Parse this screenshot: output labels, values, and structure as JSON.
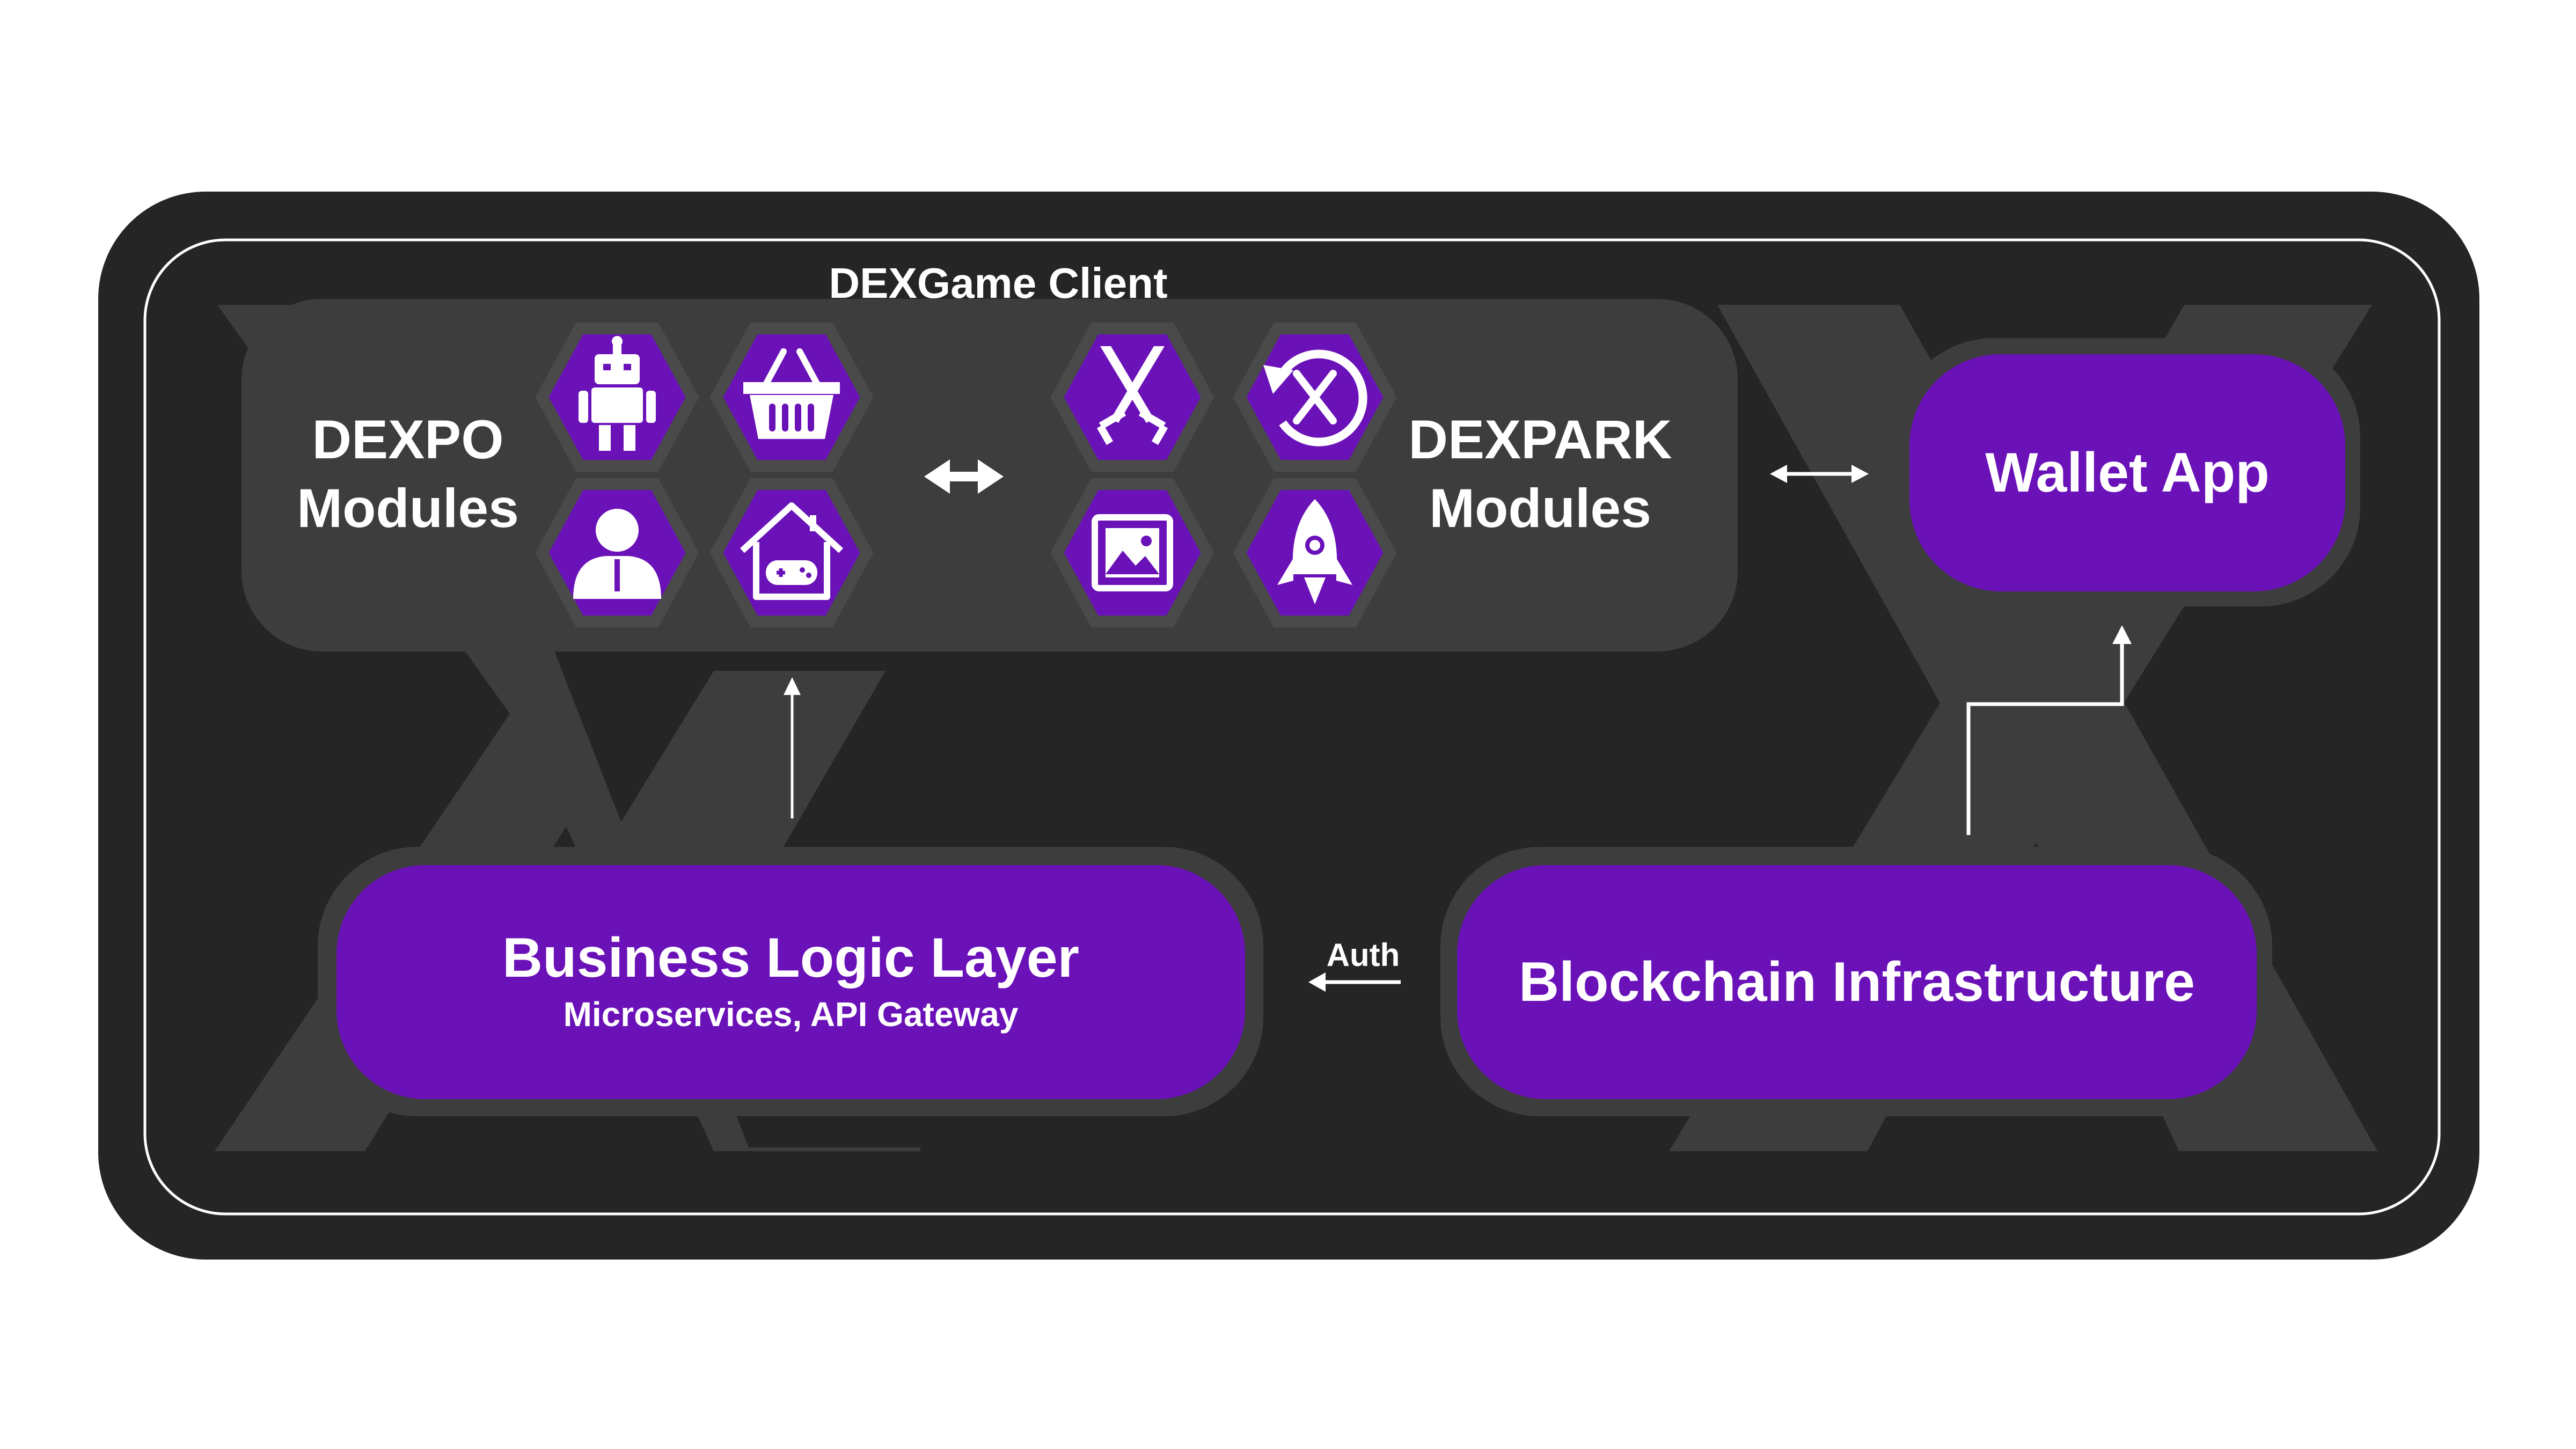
{
  "diagram": {
    "client_title": "DEXGame Client",
    "dexpo": {
      "line1": "DEXPO",
      "line2": "Modules",
      "icons": [
        "robot-icon",
        "shopping-basket-icon",
        "user-icon",
        "game-house-icon"
      ]
    },
    "dexpark": {
      "line1": "DEXPARK",
      "line2": "Modules",
      "icons": [
        "crossed-swords-icon",
        "x-refresh-icon",
        "image-icon",
        "rocket-icon"
      ]
    },
    "wallet": {
      "label": "Wallet App"
    },
    "business": {
      "title": "Business Logic Layer",
      "subtitle": "Microservices, API Gateway"
    },
    "blockchain": {
      "label": "Blockchain Infrastructure"
    },
    "auth_label": "Auth"
  },
  "colors": {
    "frame": "#252525",
    "panel": "#3d3d3d",
    "purple": "#6a11b8",
    "hex_border": "#4a4a4a",
    "white": "#ffffff"
  }
}
